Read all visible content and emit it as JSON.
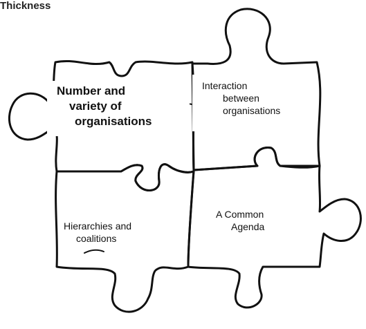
{
  "header": {
    "title": "Thickness"
  },
  "pieces": {
    "number_variety": {
      "lines": [
        "Number and",
        "variety of",
        "organisations"
      ],
      "fill_color": "#c9c9c9"
    },
    "interaction": {
      "lines": [
        "Interaction",
        "between",
        "organisations"
      ],
      "fill_color": "#c9c9c9"
    },
    "hierarchies": {
      "lines": [
        "Hierarchies and",
        "coalitions"
      ],
      "fill_color": "#ededed"
    },
    "common_agenda": {
      "lines": [
        "A Common",
        "Agenda"
      ],
      "fill_color": "#ffffff"
    }
  },
  "colors": {
    "outline": "#111111",
    "text": "#111111"
  }
}
